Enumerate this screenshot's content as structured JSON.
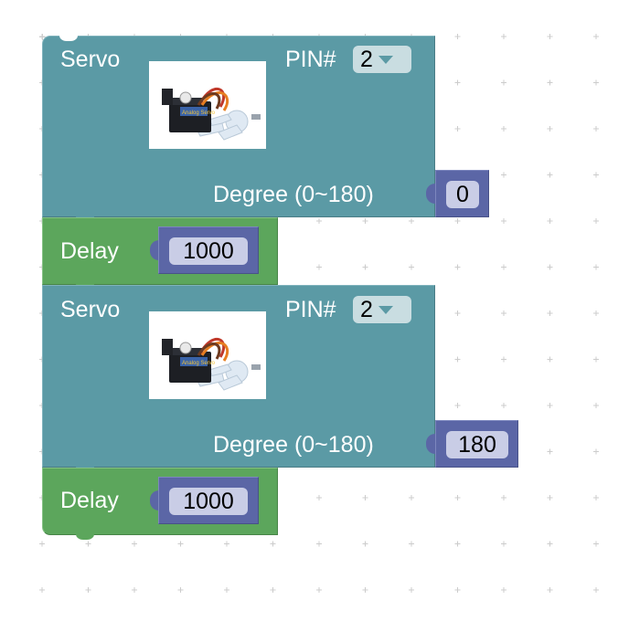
{
  "blocks": [
    {
      "type": "servo",
      "title": "Servo",
      "pin_label": "PIN#",
      "pin_value": "2",
      "image_caption": "Analog Servo",
      "degree_label": "Degree (0~180)",
      "degree_value": "0"
    },
    {
      "type": "delay",
      "title": "Delay",
      "value": "1000"
    },
    {
      "type": "servo",
      "title": "Servo",
      "pin_label": "PIN#",
      "pin_value": "2",
      "image_caption": "Analog Servo",
      "degree_label": "Degree (0~180)",
      "degree_value": "180"
    },
    {
      "type": "delay",
      "title": "Delay",
      "value": "1000"
    }
  ],
  "colors": {
    "servo_block": "#5b9aa5",
    "delay_block": "#5ca65c",
    "number_block": "#5b66a6",
    "field_background": "#c9cde6",
    "dropdown_background": "#c9dde1"
  }
}
